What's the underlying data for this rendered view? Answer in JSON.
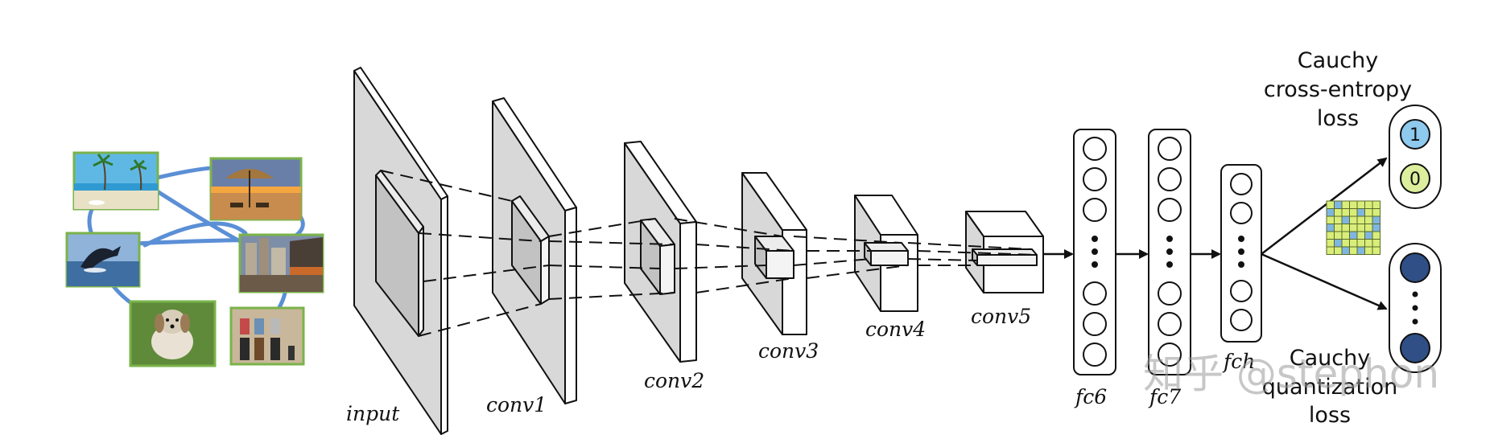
{
  "layers": {
    "input": "input",
    "conv1": "conv1",
    "conv2": "conv2",
    "conv3": "conv3",
    "conv4": "conv4",
    "conv5": "conv5",
    "fc6": "fc6",
    "fc7": "fc7",
    "fch": "fch"
  },
  "losses": {
    "cross_entropy": [
      "Cauchy",
      "cross-entropy",
      "loss"
    ],
    "quantization": [
      "Cauchy",
      "quantization",
      "loss"
    ]
  },
  "bits": {
    "one": "1",
    "zero": "0"
  },
  "watermark": "知乎 @stephon",
  "colors": {
    "graph_edge": "#5b8fd6",
    "bit_one": "#8ec9ee",
    "bit_zero": "#dcef9c",
    "quant_dot": "#2f4f86",
    "grid_green": "#d9ee7a",
    "grid_blue": "#7fb6e0",
    "block_gray": "#d8d8d8"
  },
  "icons": {
    "photos": [
      "palm-beach-photo",
      "umbrella-sunset-photo",
      "whale-photo",
      "city-street-photo",
      "dog-photo",
      "doors-photo"
    ]
  }
}
